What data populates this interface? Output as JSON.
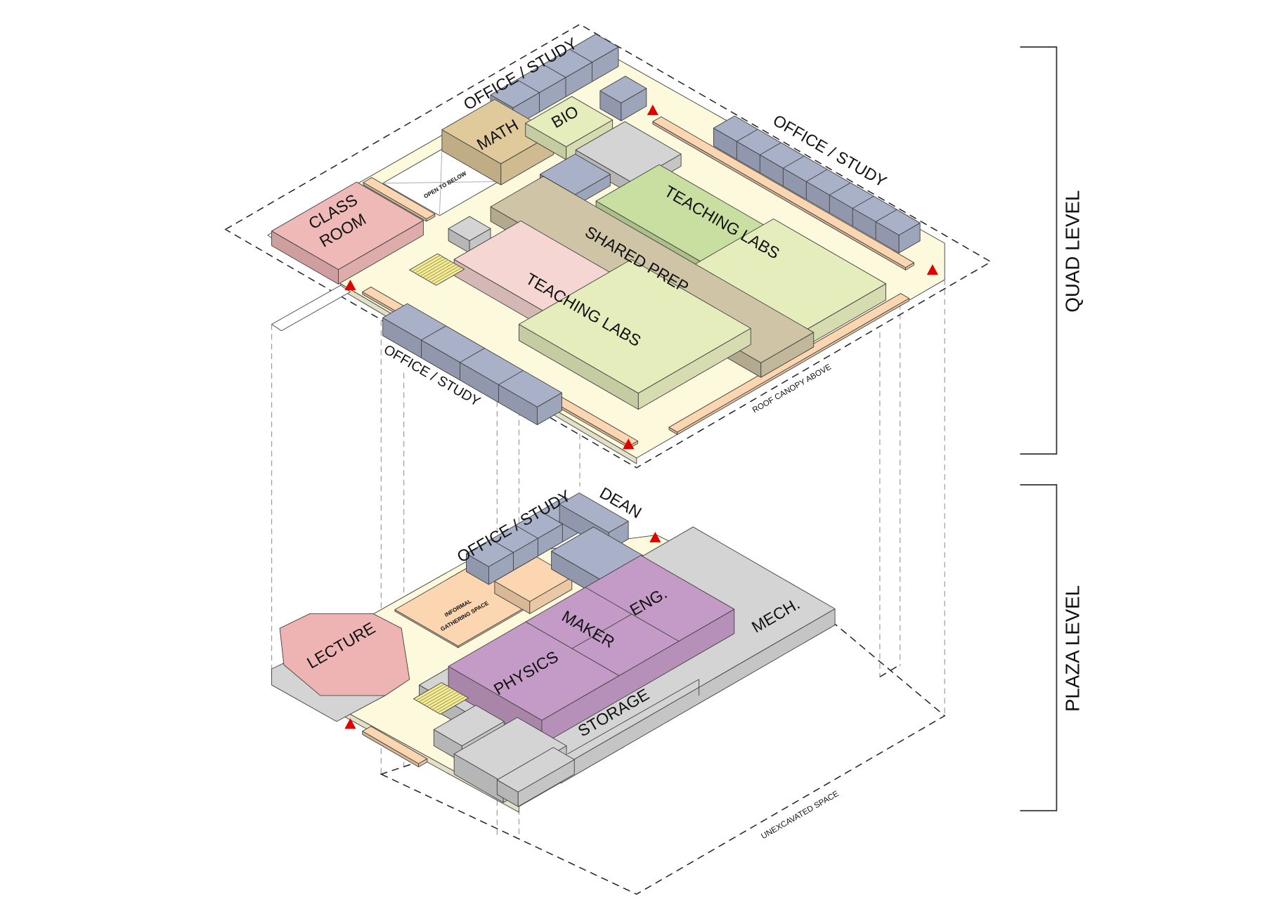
{
  "colors": {
    "floor": "#fdf9dc",
    "office": "#a9b1c9",
    "classroom": "#efb9b8",
    "math": "#e0c99b",
    "bio": "#e6edbc",
    "teaching_labs_green": "#c9dfa1",
    "teaching_labs_light": "#e6edbc",
    "teaching_labs_pink": "#f6d6d3",
    "shared_prep": "#cfc5a6",
    "support_gray": "#d4d4d4",
    "circulation_orange": "#fcd6b1",
    "makerspace_purple": "#c49bc6",
    "lecture": "#eeb3b3",
    "stair": "#f6ed9c",
    "entry_marker": "#e00000"
  },
  "quad_level": {
    "title": "QUAD LEVEL",
    "rooms": {
      "office_study_top": "OFFICE / STUDY",
      "office_study_right": "OFFICE / STUDY",
      "office_study_front": "OFFICE / STUDY",
      "math": "MATH",
      "bio": "BIO",
      "classroom_line1": "CLASS",
      "classroom_line2": "ROOM",
      "open_to_below": "OPEN TO BELOW",
      "teaching_labs_upper": "TEACHING LABS",
      "shared_prep": "SHARED PREP",
      "teaching_labs_lower": "TEACHING LABS",
      "roof_canopy": "ROOF CANOPY ABOVE"
    }
  },
  "plaza_level": {
    "title": "PLAZA LEVEL",
    "rooms": {
      "office_study": "OFFICE / STUDY",
      "dean": "DEAN",
      "informal_line1": "INFORMAL",
      "informal_line2": "GATHERING SPACE",
      "lecture": "LECTURE",
      "physics": "PHYSICS",
      "maker": "MAKER",
      "eng": "ENG.",
      "mech": "MECH.",
      "storage": "STORAGE",
      "unexcavated": "UNEXCAVATED SPACE"
    }
  }
}
